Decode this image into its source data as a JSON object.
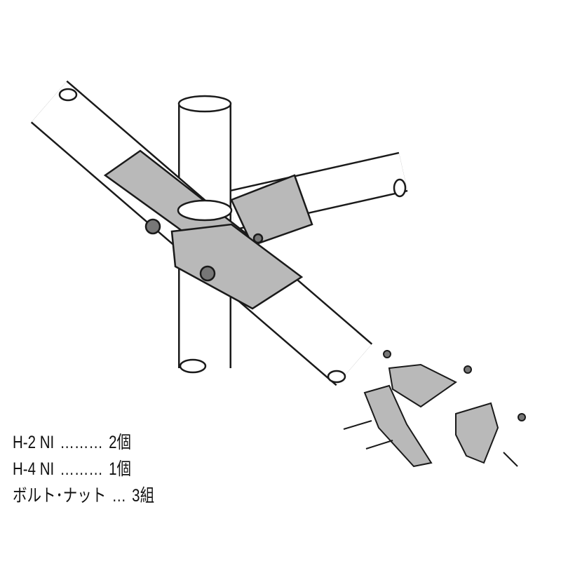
{
  "parts_list": [
    {
      "name": "H-2 NI",
      "leader": "………",
      "qty": "2個"
    },
    {
      "name": "H-4 NI",
      "leader": "………",
      "qty": "1個"
    },
    {
      "name": "ボルト･ナット",
      "leader": "…",
      "qty": "3組"
    }
  ],
  "colors": {
    "joint": "#b9b9b9",
    "pipe": "#ffffff",
    "outline": "#1a1a1a"
  }
}
